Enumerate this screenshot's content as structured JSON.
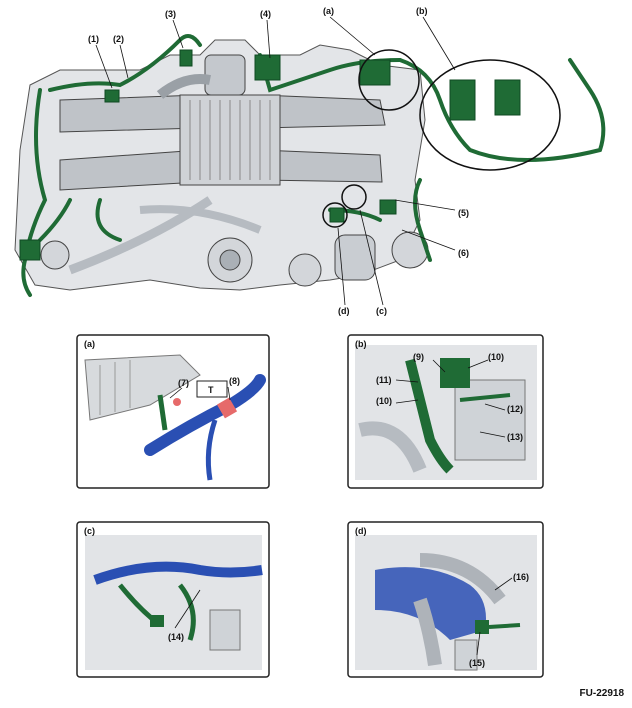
{
  "figure_id": "FU-22918",
  "colors": {
    "harness": "#1f6b35",
    "harness_dark": "#0f4a22",
    "hose": "#2a4fb3",
    "clip_red": "#e66a6a",
    "metal": "#c9cdd2",
    "metal_dark": "#8d939a",
    "frame": "#222222"
  },
  "main_callouts": {
    "c1": "(1)",
    "c2": "(2)",
    "c3": "(3)",
    "c4": "(4)",
    "ca": "(a)",
    "cb": "(b)",
    "c5": "(5)",
    "c6": "(6)",
    "cc": "(c)",
    "cd": "(d)"
  },
  "panels": {
    "a": {
      "title": "(a)",
      "c7": "(7)",
      "c8": "(8)",
      "t_box": "T"
    },
    "b": {
      "title": "(b)",
      "c9": "(9)",
      "c10a": "(10)",
      "c10b": "(10)",
      "c11": "(11)",
      "c12": "(12)",
      "c13": "(13)"
    },
    "c": {
      "title": "(c)",
      "c14": "(14)"
    },
    "d": {
      "title": "(d)",
      "c15": "(15)",
      "c16": "(16)"
    }
  }
}
